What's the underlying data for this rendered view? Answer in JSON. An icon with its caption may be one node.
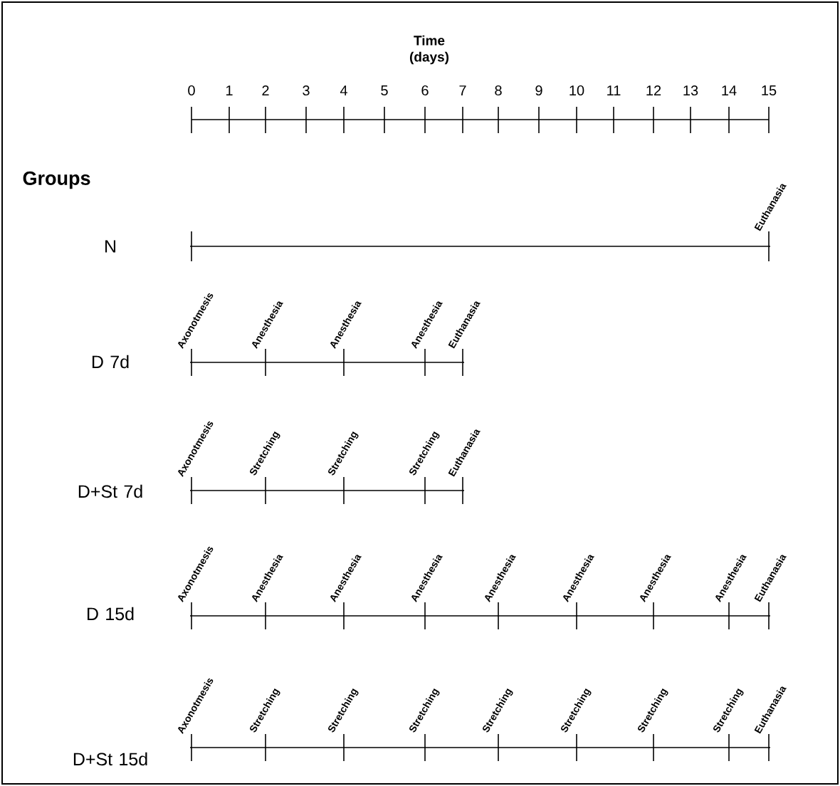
{
  "diagram": {
    "labels": [
      "Time (days)",
      "0",
      "1",
      "2",
      "3",
      "4",
      "5",
      "6",
      "7",
      "8",
      "9",
      "10",
      "11",
      "12",
      "13",
      "14",
      "15",
      "Groups",
      "N",
      "Euthanasia",
      "D 7d",
      "Axonotmesis",
      "Anesthesia",
      "Anesthesia",
      "Anesthesia",
      "Euthanasia",
      "D+St 7d",
      "Axonotmesis",
      "Stretching",
      "Stretching",
      "Stretching",
      "Euthanasia",
      "D 15d",
      "Axonotmesis",
      "Anesthesia",
      "Anesthesia",
      "Anesthesia",
      "Anesthesia",
      "Anesthesia",
      "Anesthesia",
      "Anesthesia",
      "Euthanasia",
      "D+St 15d",
      "Axonotmesis",
      "Stretching",
      "Stretching",
      "Stretching",
      "Stretching",
      "Stretching",
      "Stretching",
      "Stretching",
      "Euthanasia"
    ]
  }
}
